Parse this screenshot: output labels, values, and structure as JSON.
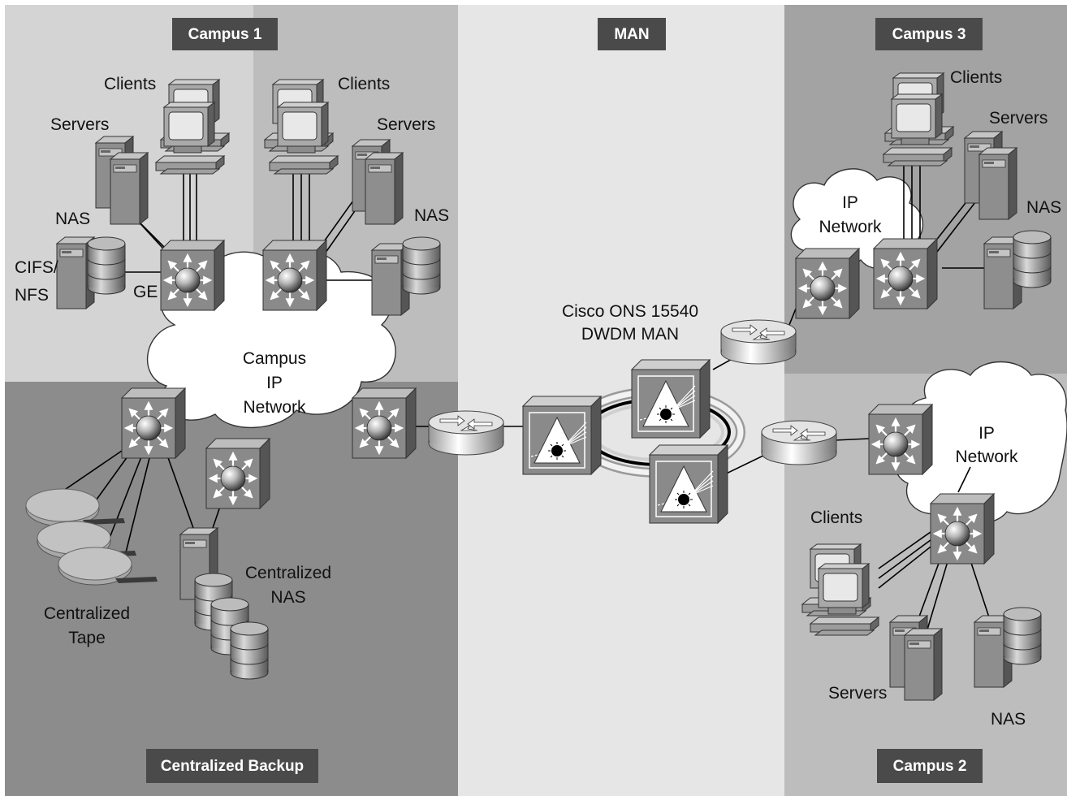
{
  "regions": {
    "campus1": "Campus 1",
    "man": "MAN",
    "campus3": "Campus 3",
    "backup": "Centralized Backup",
    "campus2": "Campus 2"
  },
  "labels": {
    "c1_clients_left": "Clients",
    "c1_clients_right": "Clients",
    "c1_servers_left": "Servers",
    "c1_servers_right": "Servers",
    "c1_nas_left": "NAS",
    "c1_nas_right": "NAS",
    "cifs_line1": "CIFS/",
    "cifs_line2": "NFS",
    "ge": "GE",
    "campus_cloud_line1": "Campus",
    "campus_cloud_line2": "IP",
    "campus_cloud_line3": "Network",
    "ons_line1": "Cisco ONS 15540",
    "ons_line2": "DWDM MAN",
    "c3_clients": "Clients",
    "c3_servers": "Servers",
    "c3_nas": "NAS",
    "c3_cloud_line1": "IP",
    "c3_cloud_line2": "Network",
    "c2_cloud_line1": "IP",
    "c2_cloud_line2": "Network",
    "c2_clients": "Clients",
    "c2_servers": "Servers",
    "c2_nas": "NAS",
    "tape_line1": "Centralized",
    "tape_line2": "Tape",
    "cnas_line1": "Centralized",
    "cnas_line2": "NAS"
  },
  "colors": {
    "campus1_left_bg": "#d4d4d4",
    "campus1_right_bg": "#bdbdbd",
    "man_bg": "#e6e6e6",
    "campus3_bg": "#a3a3a3",
    "backup_bg": "#8c8c8c",
    "campus2_bg": "#bdbdbd",
    "title_box": "#4a4a4a",
    "device_gray": "#8a8a8a"
  },
  "icons": [
    "switch-icon",
    "router-icon",
    "dwdm-node-icon",
    "computer-icon",
    "server-icon",
    "disk-stack-icon",
    "tape-icon",
    "cloud-icon"
  ]
}
